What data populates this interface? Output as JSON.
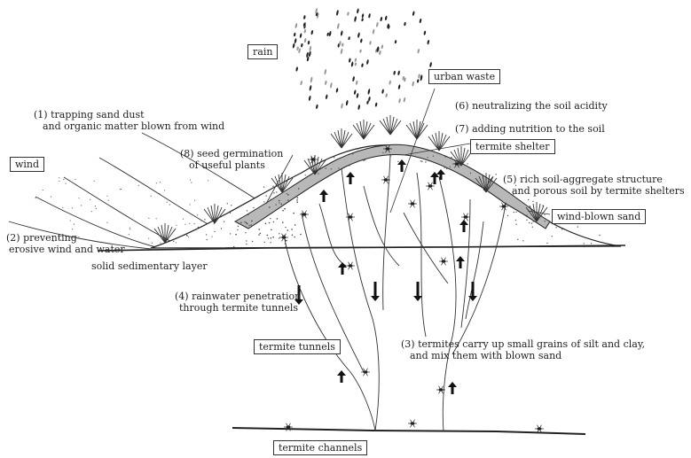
{
  "boxed_labels": {
    "rain": "rain",
    "urban_waste": "urban waste",
    "wind": "wind",
    "termite_shelter": "termite shelter",
    "wind_blown_sand": "wind-blown sand",
    "termite_tunnels": "termite tunnels",
    "termite_channels": "termite channels"
  },
  "annotations": {
    "a1_line1": "(1) trapping sand dust",
    "a1_line2": "and organic matter blown from wind",
    "a2_line1": "(2) preventing",
    "a2_line2": "erosive wind and water",
    "a3_line1": "(3) termites carry up small grains of silt and clay,",
    "a3_line2": "and mix them with blown sand",
    "a4_line1": "(4) rainwater penetration",
    "a4_line2": "through termite tunnels",
    "a5_line1": "(5) rich soil-aggregate structure",
    "a5_line2": "and porous soil by termite shelters",
    "a6": "(6) neutralizing the soil acidity",
    "a7": "(7) adding nutrition to the soil",
    "a8_line1": "(8) seed germination",
    "a8_line2": "of useful plants",
    "solid_layer": "solid sedimentary layer"
  },
  "colors": {
    "ink": "#222222",
    "shelter_fill": "#b8b8b8",
    "sand_dot": "#555555"
  }
}
